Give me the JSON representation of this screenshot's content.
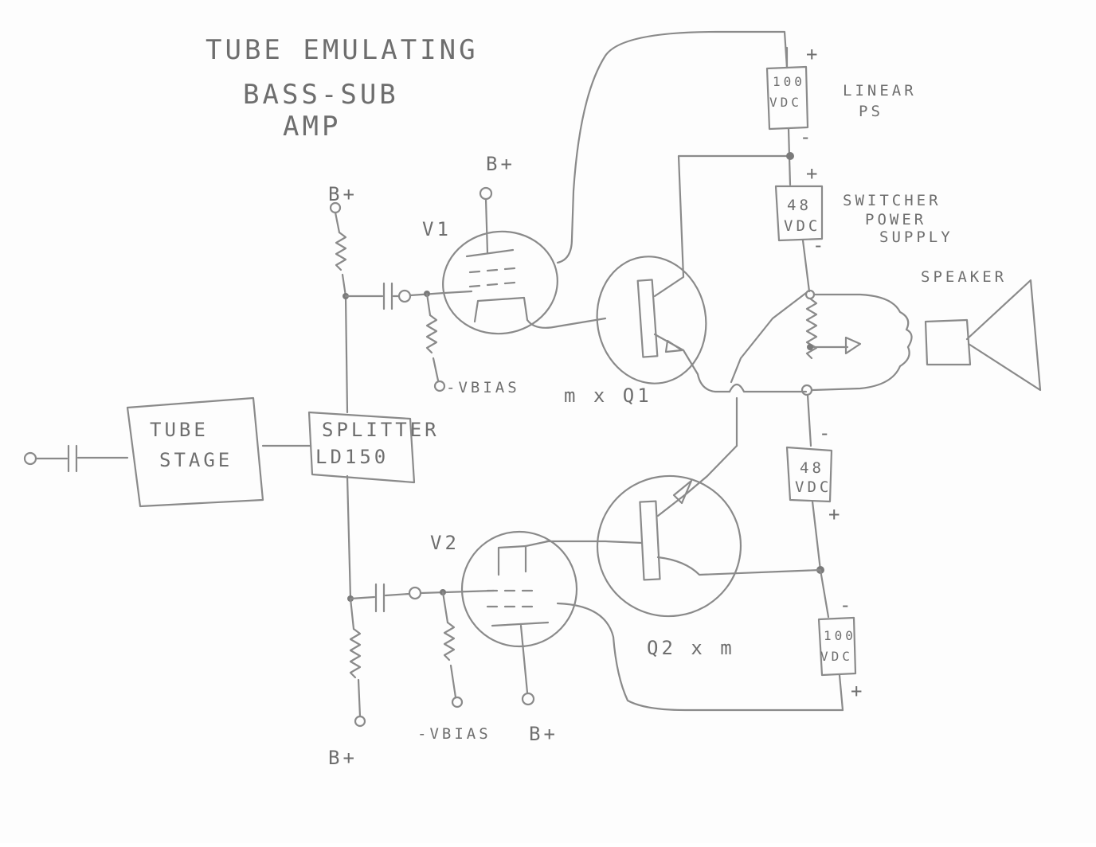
{
  "title": {
    "line1": "TUBE EMULATING",
    "line2": "BASS-SUB",
    "line3": "AMP"
  },
  "blocks": {
    "tube_stage": [
      "TUBE",
      "STAGE"
    ],
    "splitter": [
      "SPLITTER",
      "LD150"
    ]
  },
  "tubes": {
    "v1": "V1",
    "v2": "V2"
  },
  "transistors": {
    "q1": "m x Q1",
    "q2": "Q2 x m"
  },
  "supplies": {
    "top_100": {
      "value": "100",
      "unit": "VDC",
      "plus": "+",
      "minus": "-"
    },
    "top_48": {
      "value": "48",
      "unit": "VDC",
      "plus": "+",
      "minus": "-"
    },
    "bottom_48": {
      "value": "48",
      "unit": "VDC",
      "plus": "+",
      "minus": "-"
    },
    "bottom_100": {
      "value": "100",
      "unit": "VDC",
      "plus": "+",
      "minus": "-"
    }
  },
  "notes": {
    "linear": [
      "LINEAR",
      "PS"
    ],
    "switcher": [
      "SWITCHER",
      "POWER",
      "SUPPLY"
    ],
    "speaker": "SPEAKER"
  },
  "rails": {
    "b_plus": "B+",
    "vbias_top": "-VBIAS",
    "vbias_bottom": "-VBIAS"
  }
}
